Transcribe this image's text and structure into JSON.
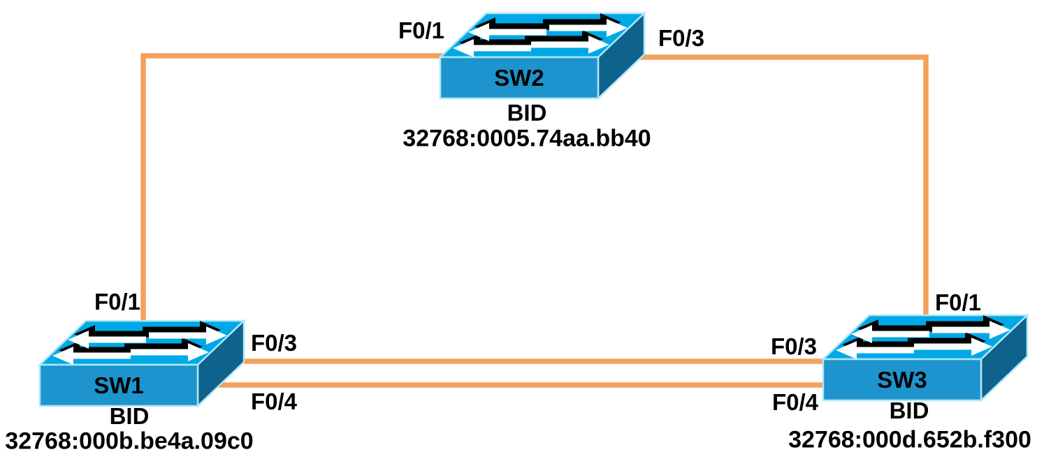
{
  "diagram_title": "",
  "colors": {
    "link": "#F2A25C",
    "switch-top": "#00A9E6",
    "switch-front": "#1E94CE",
    "switch-side": "#0E628B",
    "switch-edge": "#AEE7F8",
    "arrow-fill": "#FFFFFF",
    "arrow-shadow": "#000000",
    "text": "#000000",
    "background": "#FFFFFF"
  },
  "switches": [
    {
      "name": "SW1",
      "bid_label": "BID",
      "bid": "32768:000b.be4a.09c0",
      "ports": [
        {
          "label": "F0/1"
        },
        {
          "label": "F0/3"
        },
        {
          "label": "F0/4"
        }
      ]
    },
    {
      "name": "SW2",
      "bid_label": "BID",
      "bid": "32768:0005.74aa.bb40",
      "ports": [
        {
          "label": "F0/1"
        },
        {
          "label": "F0/3"
        }
      ]
    },
    {
      "name": "SW3",
      "bid_label": "BID",
      "bid": "32768:000d.652b.f300",
      "ports": [
        {
          "label": "F0/1"
        },
        {
          "label": "F0/3"
        },
        {
          "label": "F0/4"
        }
      ]
    }
  ],
  "links": [
    {
      "from": "SW1 F0/1",
      "to": "SW2 F0/1"
    },
    {
      "from": "SW2 F0/3",
      "to": "SW3 F0/1"
    },
    {
      "from": "SW1 F0/3",
      "to": "SW3 F0/3"
    },
    {
      "from": "SW1 F0/4",
      "to": "SW3 F0/4"
    }
  ]
}
